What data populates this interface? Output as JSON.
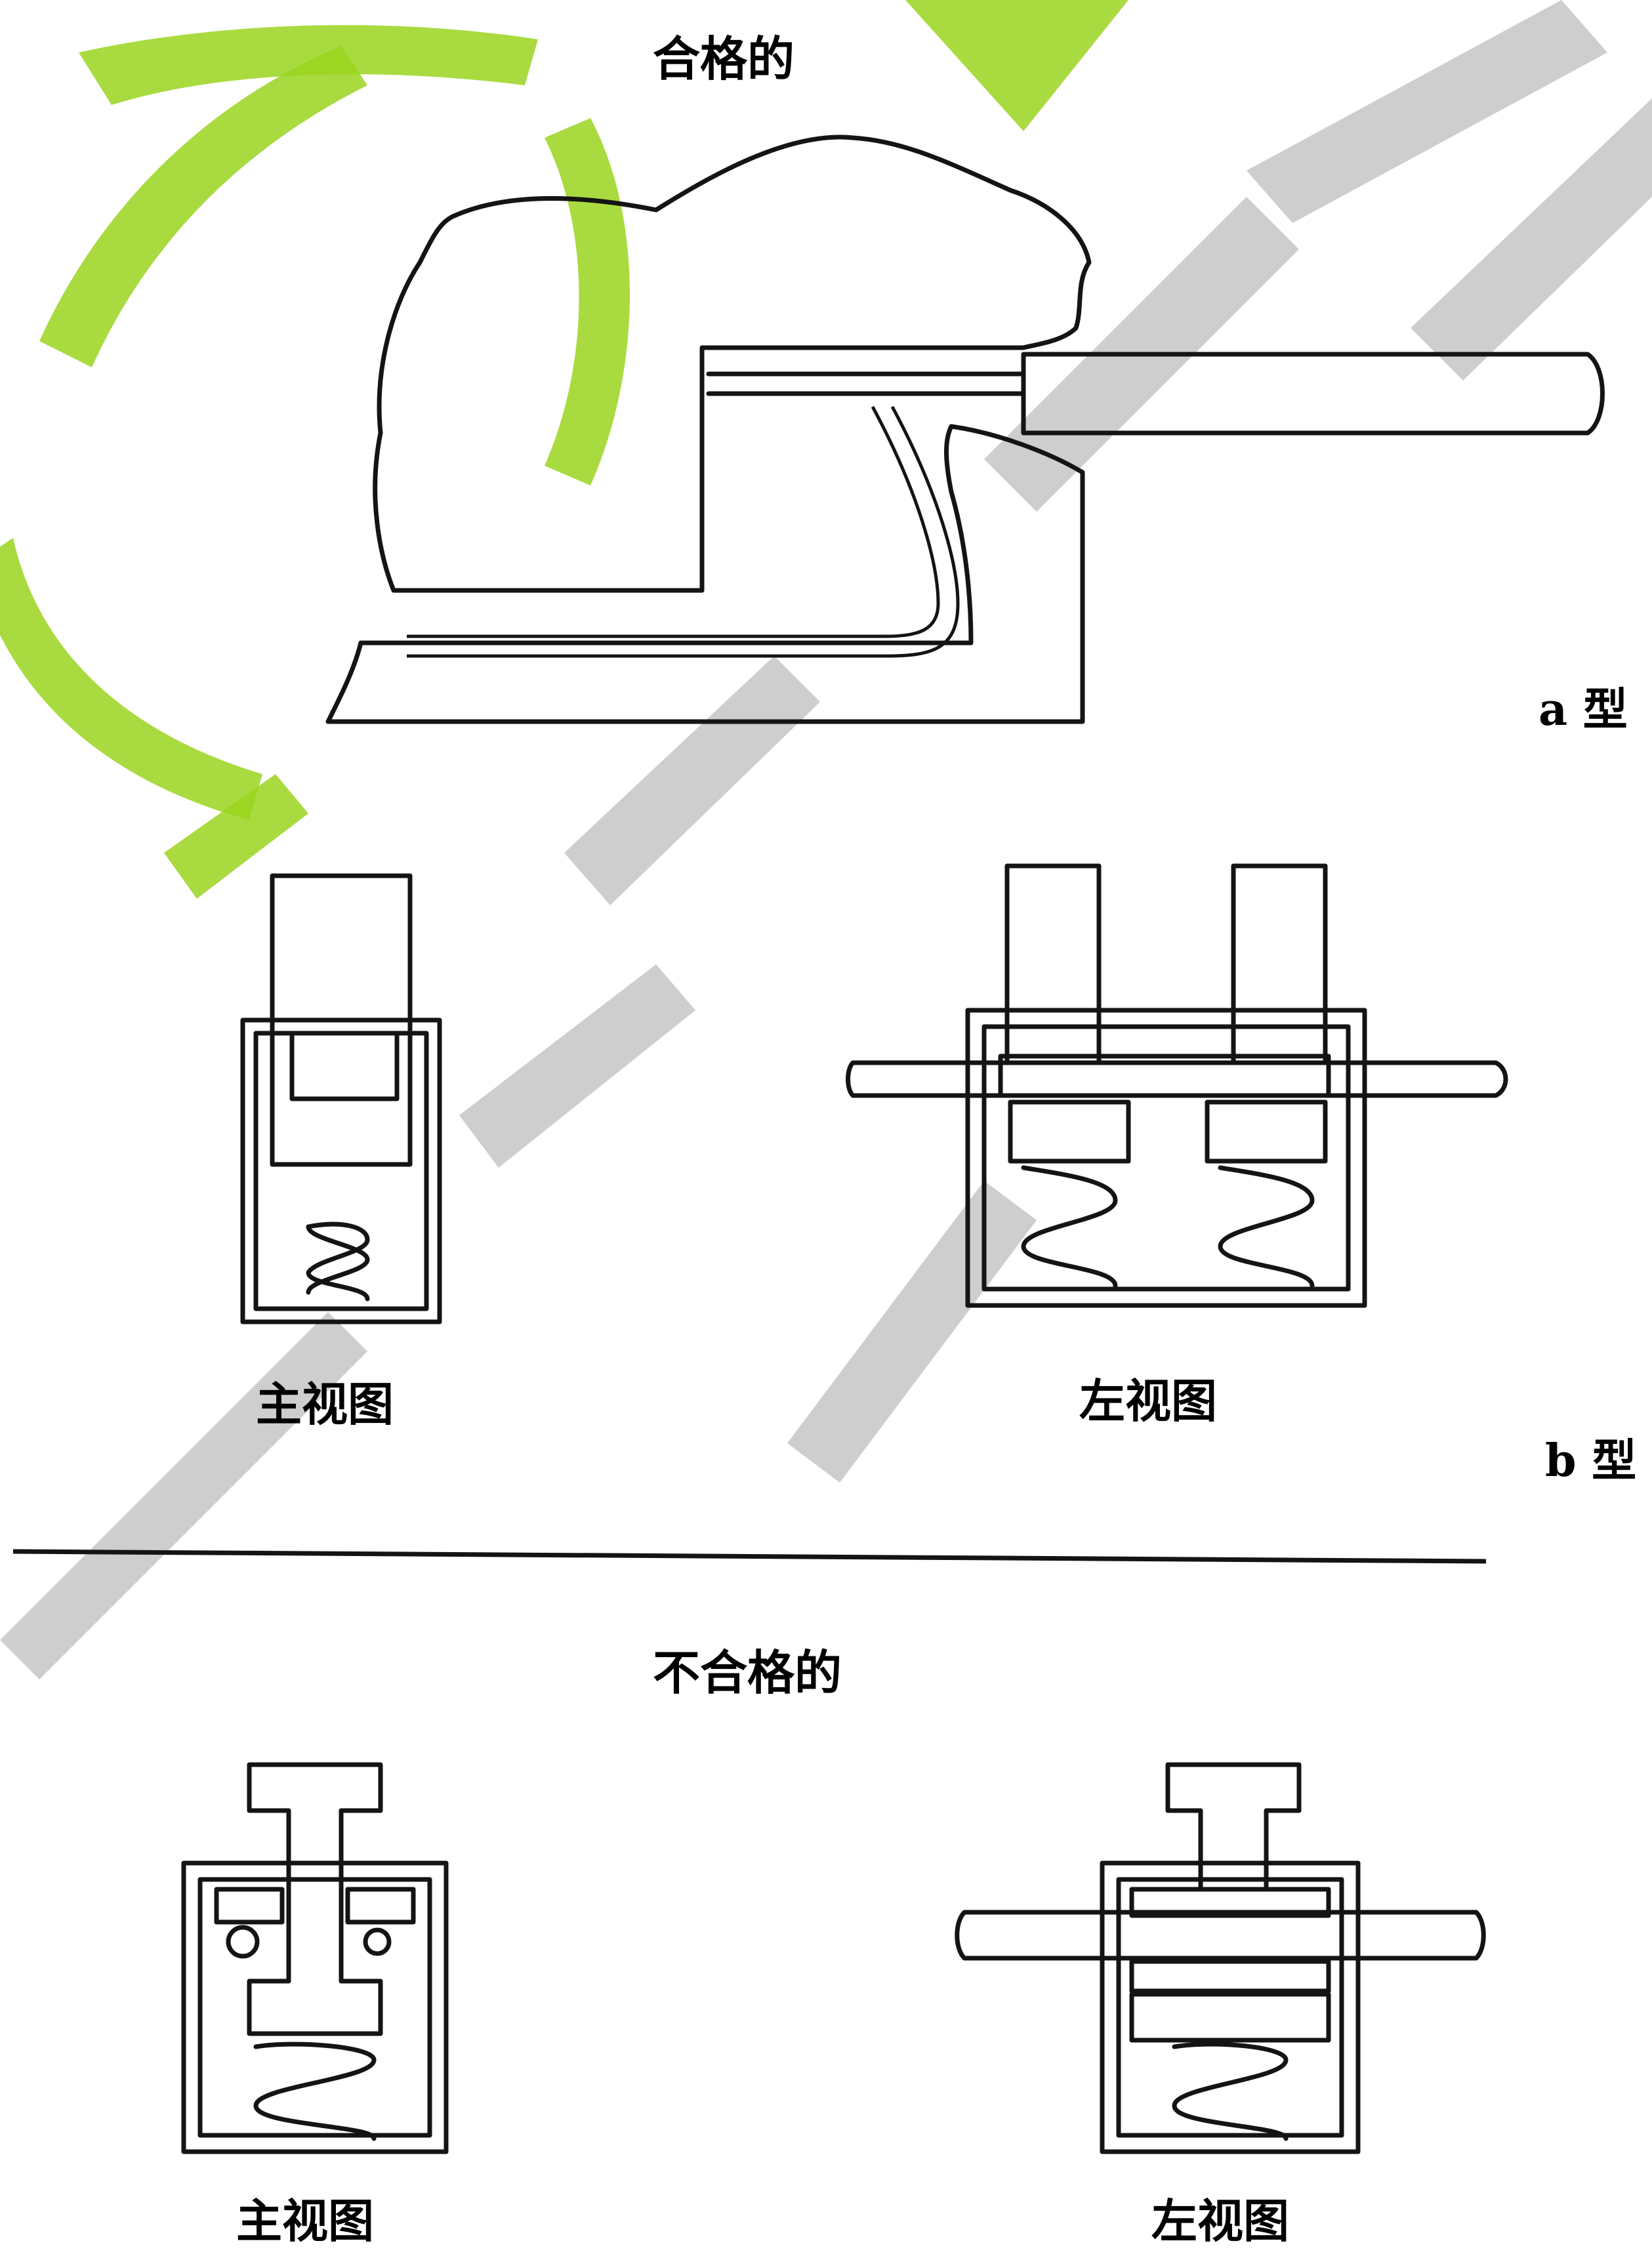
{
  "header": {
    "qualified_label": "合格的",
    "unqualified_label": "不合格的"
  },
  "type_labels": {
    "a": "a 型",
    "b": "b 型"
  },
  "views": {
    "qualified_front": "主视图",
    "qualified_side": "左视图",
    "unqualified_front": "主视图",
    "unqualified_side": "左视图"
  },
  "watermark": {
    "color": "#9ad51e",
    "gray": "#bdbdbd"
  }
}
